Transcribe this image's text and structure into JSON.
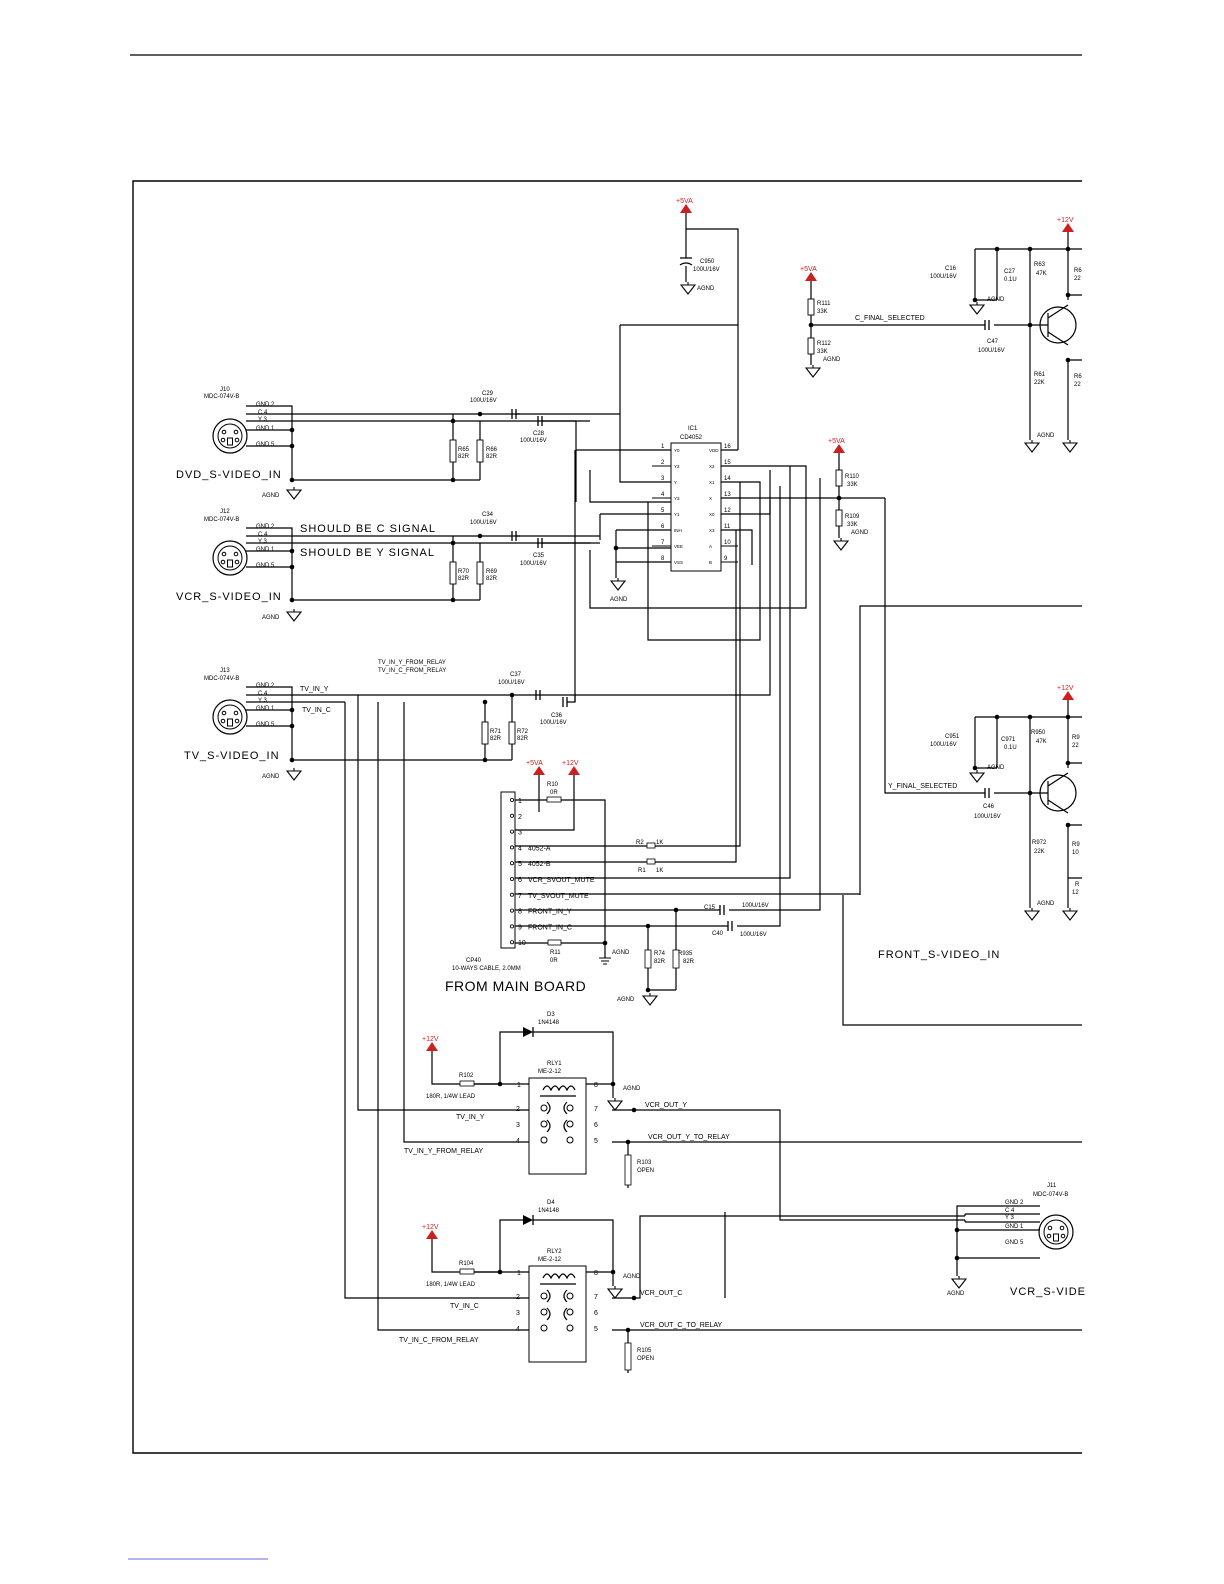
{
  "title_text": "FROM MAIN BOARD",
  "power": {
    "p5va": "+5VA",
    "p12v": "+12V",
    "agnd": "AGND"
  },
  "ic1": {
    "ref": "IC1",
    "part": "CD4052",
    "left_pins": [
      [
        "1",
        "Y0"
      ],
      [
        "2",
        "Y2"
      ],
      [
        "3",
        "Y"
      ],
      [
        "4",
        "Y3"
      ],
      [
        "5",
        "Y1"
      ],
      [
        "6",
        "INH"
      ],
      [
        "7",
        "VEE"
      ],
      [
        "8",
        "VSS"
      ]
    ],
    "right_pins": [
      [
        "16",
        "VDD"
      ],
      [
        "15",
        "X2"
      ],
      [
        "14",
        "X1"
      ],
      [
        "13",
        "X"
      ],
      [
        "12",
        "X0"
      ],
      [
        "11",
        "X3"
      ],
      [
        "10",
        "A"
      ],
      [
        "9",
        "B"
      ]
    ]
  },
  "connectors": {
    "j10": {
      "ref": "J10",
      "part": "MDC-074V-B",
      "name": "DVD_S-VIDEO_IN"
    },
    "j12": {
      "ref": "J12",
      "part": "MDC-074V-B",
      "name": "VCR_S-VIDEO_IN"
    },
    "j13": {
      "ref": "J13",
      "part": "MDC-074V-B",
      "name": "TV_S-VIDEO_IN"
    },
    "j11": {
      "ref": "J11",
      "part": "MDC-074V-B",
      "name": "VCR_S-VIDE"
    },
    "pins": [
      "GND 2",
      "C 4",
      "Y 3",
      "GND 1",
      "GND 5"
    ]
  },
  "notes": {
    "c_signal": "SHOULD BE C SIGNAL",
    "y_signal": "SHOULD BE Y SIGNAL"
  },
  "caps": {
    "c29": [
      "C29",
      "100U/16V"
    ],
    "c28": [
      "C28",
      "100U/16V"
    ],
    "c34": [
      "C34",
      "100U/16V"
    ],
    "c35": [
      "C35",
      "100U/16V"
    ],
    "c37": [
      "C37",
      "100U/16V"
    ],
    "c36": [
      "C36",
      "100U/16V"
    ],
    "c950": [
      "C950",
      "100U/16V"
    ],
    "c16": [
      "C16",
      "100U/16V"
    ],
    "c27": [
      "C27",
      "0.1U"
    ],
    "c47": [
      "C47",
      "100U/16V"
    ],
    "c951": [
      "C951",
      "100U/16V"
    ],
    "c971": [
      "C971",
      "0.1U"
    ],
    "c46": [
      "C46",
      "100U/16V"
    ],
    "c15": [
      "C15",
      "100U/16V"
    ],
    "c40": [
      "C40",
      "100U/16V"
    ]
  },
  "resistors": {
    "r65": [
      "R65",
      "82R"
    ],
    "r66": [
      "R66",
      "82R"
    ],
    "r70": [
      "R70",
      "82R"
    ],
    "r69": [
      "R69",
      "82R"
    ],
    "r71": [
      "R71",
      "82R"
    ],
    "r72": [
      "R72",
      "82R"
    ],
    "r111": [
      "R111",
      "33K"
    ],
    "r112": [
      "R112",
      "33K"
    ],
    "r110": [
      "R110",
      "33K"
    ],
    "r109": [
      "R109",
      "33K"
    ],
    "r63": [
      "R63",
      "47K"
    ],
    "r61": [
      "R61",
      "22K"
    ],
    "r950": [
      "R950",
      "47K"
    ],
    "r972": [
      "R972",
      "22K"
    ],
    "r10": [
      "R10",
      "0R"
    ],
    "r11": [
      "R11",
      "0R"
    ],
    "r2": [
      "R2",
      "1K"
    ],
    "r1": [
      "R1",
      "1K"
    ],
    "r74": [
      "R74",
      "82R"
    ],
    "r935": [
      "R935",
      "82R"
    ],
    "r102": [
      "R102",
      "180R, 1/4W LEAD"
    ],
    "r104": [
      "R104",
      "180R, 1/4W LEAD"
    ],
    "r103": [
      "R103",
      "OPEN"
    ],
    "r105": [
      "R105",
      "OPEN"
    ],
    "r6a": "R6",
    "r22a": "22",
    "r6b": "R6",
    "r22b": "22",
    "r9a": "R9",
    "r22c": "22",
    "r9b": "R9",
    "r10b": "10",
    "r12": "R",
    "r12b": "12"
  },
  "nets": {
    "c_final": "C_FINAL_SELECTED",
    "y_final": "Y_FINAL_SELECTED",
    "tv_in_y": "TV_IN_Y",
    "tv_in_c": "TV_IN_C",
    "tv_in_y_relay": "TV_IN_Y_FROM_RELAY",
    "tv_in_c_relay": "TV_IN_C_FROM_RELAY",
    "vcr_out_y": "VCR_OUT_Y",
    "vcr_out_y_relay": "VCR_OUT_Y_TO_RELAY",
    "vcr_out_c": "VCR_OUT_C",
    "vcr_out_c_relay": "VCR_OUT_C_TO_RELAY",
    "front": "FRONT_S-VIDEO_IN"
  },
  "cp40": {
    "ref": "CP40",
    "desc": "10-WAYS CABLE, 2.0MM",
    "pins": [
      [
        "1",
        ""
      ],
      [
        "2",
        ""
      ],
      [
        "3",
        ""
      ],
      [
        "4",
        "4052-A"
      ],
      [
        "5",
        "4052-B"
      ],
      [
        "6",
        "VCR_SVOUT_MUTE"
      ],
      [
        "7",
        "TV_SVOUT_MUTE"
      ],
      [
        "8",
        "FRONT_IN_Y"
      ],
      [
        "9",
        "FRONT_IN_C"
      ],
      [
        "10",
        ""
      ]
    ]
  },
  "relays": {
    "rly1": {
      "ref": "RLY1",
      "part": "ME-2-12",
      "diode": "D3",
      "diode_part": "1N4148"
    },
    "rly2": {
      "ref": "RLY2",
      "part": "ME-2-12",
      "diode": "D4",
      "diode_part": "1N4148"
    },
    "pins": [
      "1",
      "8",
      "2",
      "7",
      "3",
      "6",
      "4",
      "5"
    ]
  }
}
